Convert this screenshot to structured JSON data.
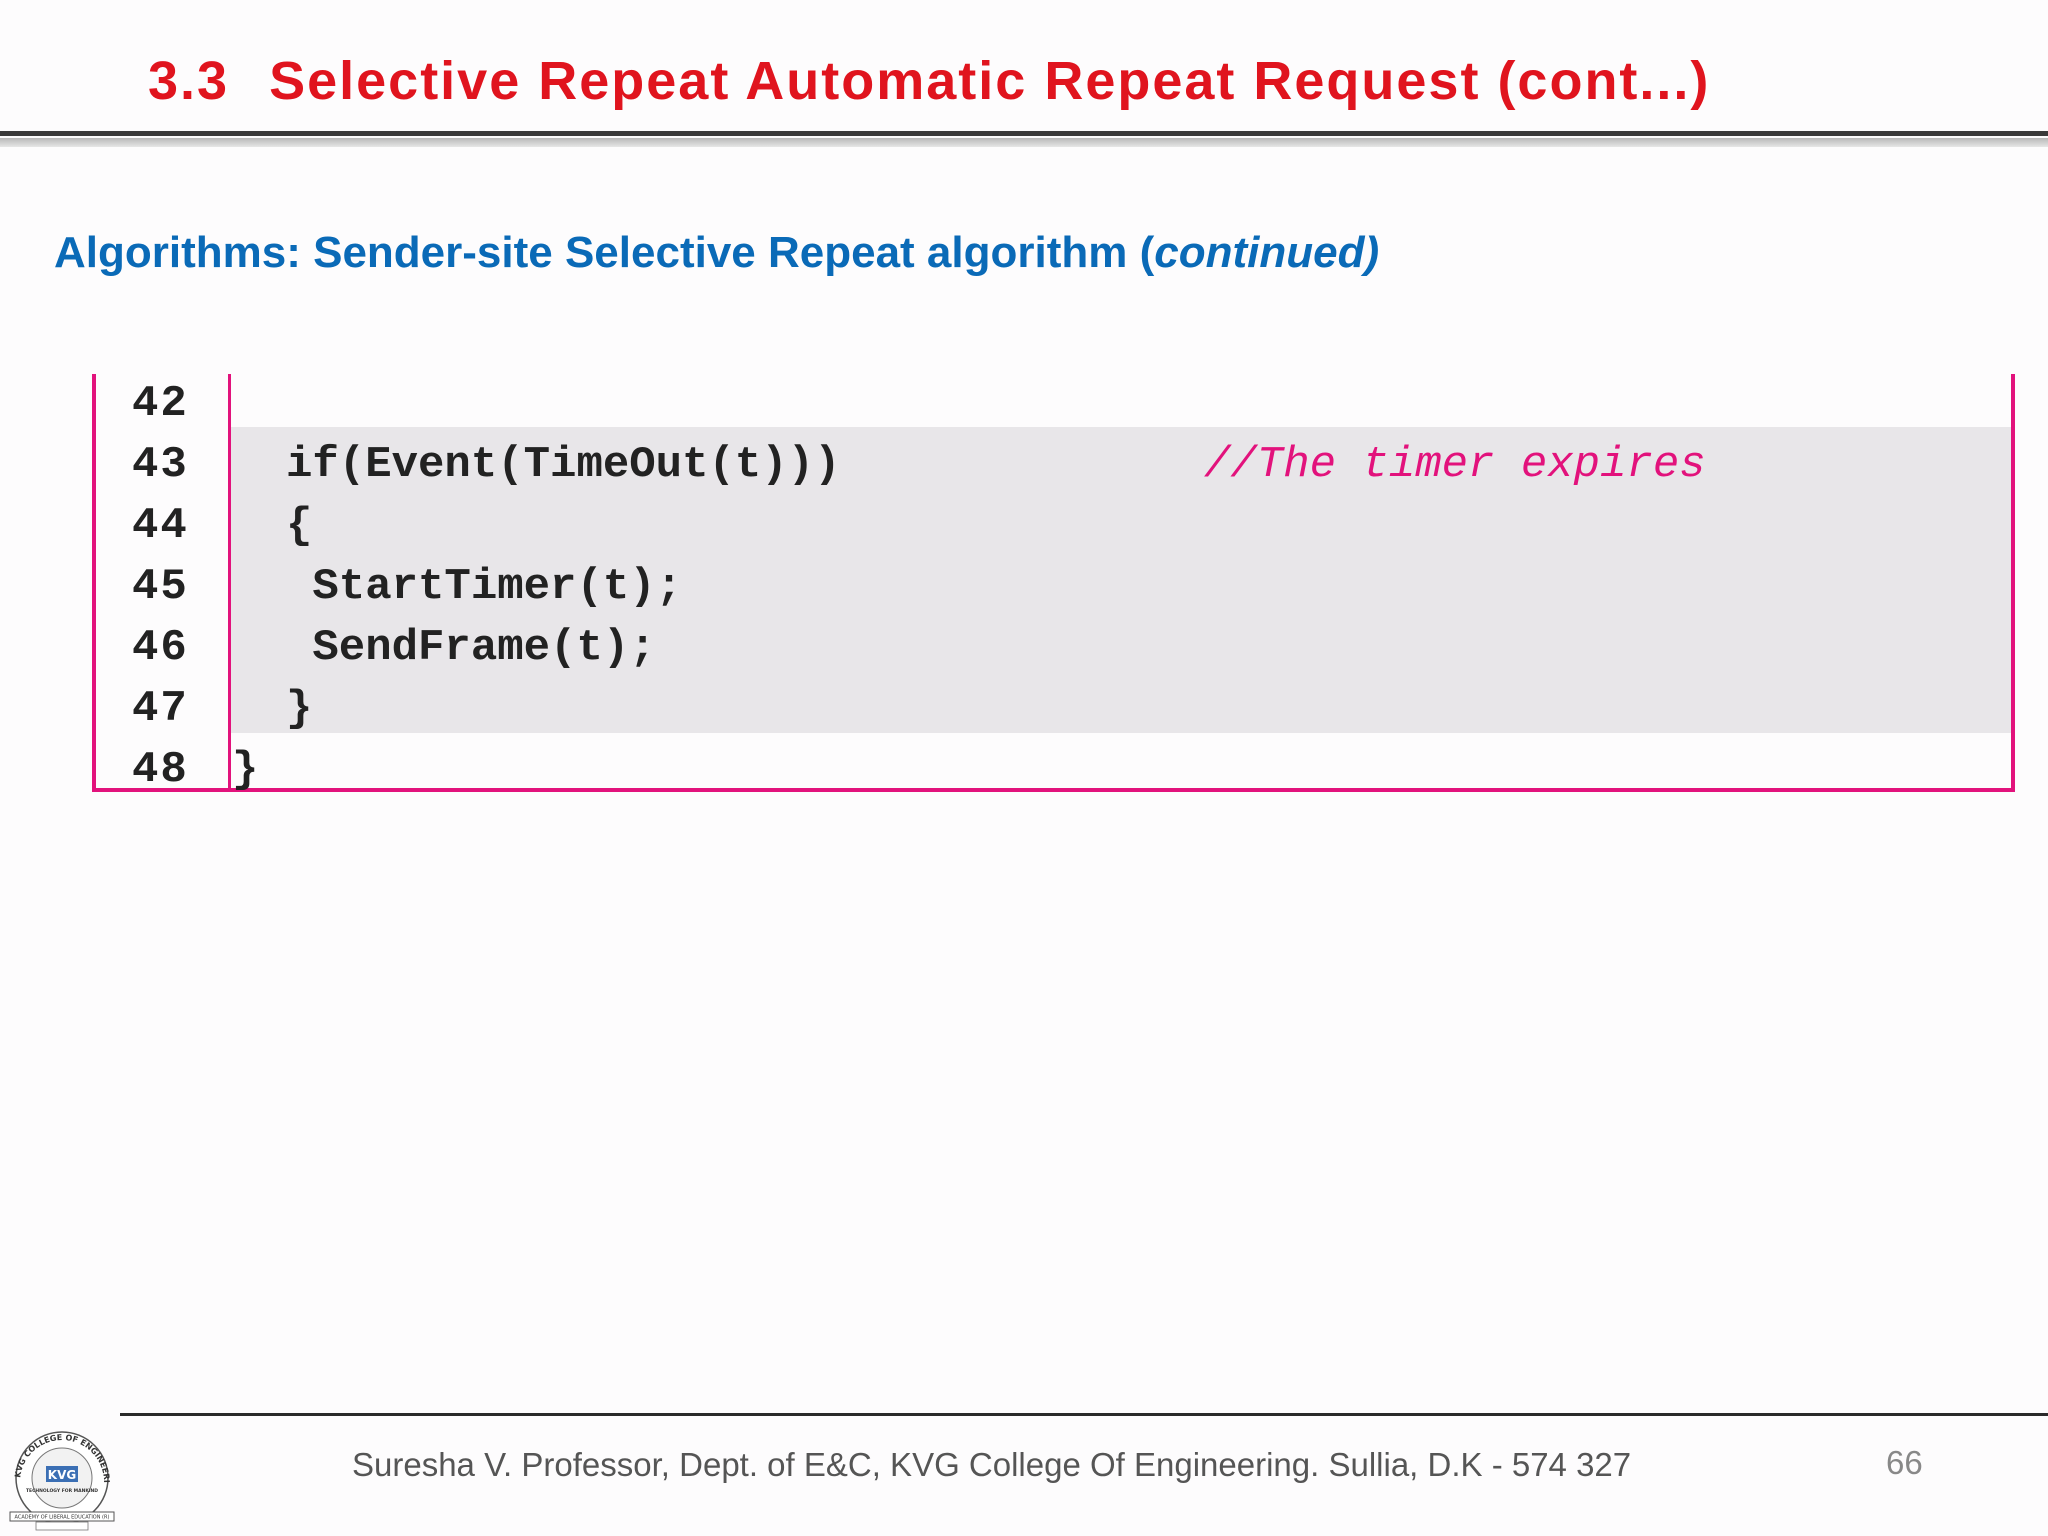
{
  "header": {
    "section_number": "3.3",
    "title": "Selective Repeat Automatic Repeat Request (cont...)"
  },
  "subtitle": {
    "main": "Algorithms: Sender-site Selective Repeat algorithm (",
    "italic": "continued)"
  },
  "code": {
    "lines": [
      {
        "num": "42",
        "text": "",
        "comment": ""
      },
      {
        "num": "43",
        "text": "if(Event(TimeOut(t)))",
        "comment": "//The timer expires"
      },
      {
        "num": "44",
        "text": "{",
        "comment": ""
      },
      {
        "num": "45",
        "text": " StartTimer(t);",
        "comment": ""
      },
      {
        "num": "46",
        "text": " SendFrame(t);",
        "comment": ""
      },
      {
        "num": "47",
        "text": "}",
        "comment": ""
      },
      {
        "num": "48",
        "text": "}",
        "comment": ""
      }
    ]
  },
  "footer": {
    "text": "Suresha V. Professor, Dept. of  E&C, KVG College Of Engineering. Sullia, D.K - 574 327",
    "page_number": "66"
  },
  "logo": {
    "arc_text": "KVG COLLEGE OF ENGINEERING",
    "initials": "KVG",
    "motto": "TECHNOLOGY FOR MANKIND",
    "banner": "ACADEMY OF LIBERAL EDUCATION (R)"
  },
  "colors": {
    "title": "#e0141e",
    "subtitle": "#0a6ab7",
    "box_border": "#e2127c",
    "comment": "#e2127c",
    "highlight": "#e8e6e9"
  }
}
